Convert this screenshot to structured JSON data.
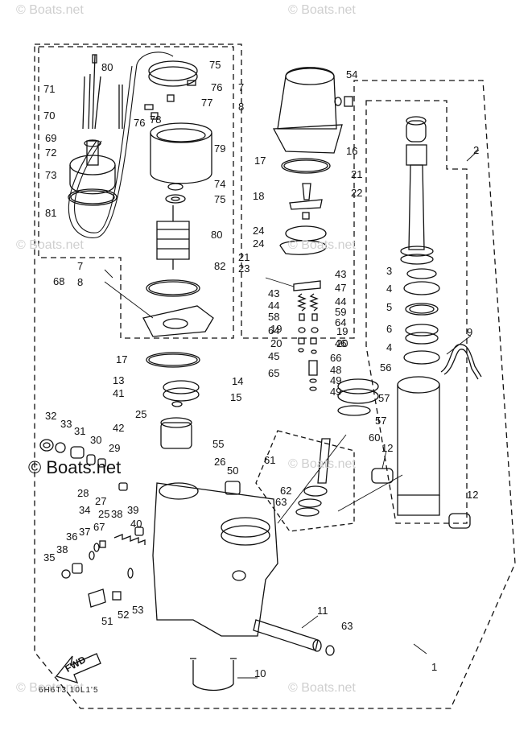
{
  "watermark": {
    "text": "© Boats.net",
    "bold_text": "© Boats.net"
  },
  "fwd_label": "FWD",
  "diagram_code": "6H6T3 10L1'5",
  "callouts": [
    "1",
    "2",
    "3",
    "4",
    "5",
    "6",
    "4",
    "7",
    "8",
    "7",
    "8",
    "9",
    "10",
    "11",
    "12",
    "12",
    "13",
    "14",
    "15",
    "16",
    "17",
    "17",
    "18",
    "19",
    "19",
    "20",
    "20",
    "21",
    "21",
    "22",
    "23",
    "24",
    "24",
    "25",
    "25",
    "26",
    "27",
    "28",
    "29",
    "30",
    "31",
    "32",
    "33",
    "34",
    "35",
    "36",
    "37",
    "38",
    "38",
    "39",
    "40",
    "41",
    "42",
    "43",
    "43",
    "44",
    "44",
    "45",
    "46",
    "47",
    "48",
    "49",
    "49",
    "50",
    "51",
    "52",
    "53",
    "54",
    "55",
    "56",
    "57",
    "57",
    "58",
    "59",
    "60",
    "61",
    "62",
    "63",
    "63",
    "64",
    "64",
    "65",
    "66",
    "67",
    "68",
    "69",
    "70",
    "71",
    "72",
    "73",
    "74",
    "75",
    "75",
    "76",
    "76",
    "77",
    "78",
    "79",
    "80",
    "80",
    "81",
    "82"
  ]
}
